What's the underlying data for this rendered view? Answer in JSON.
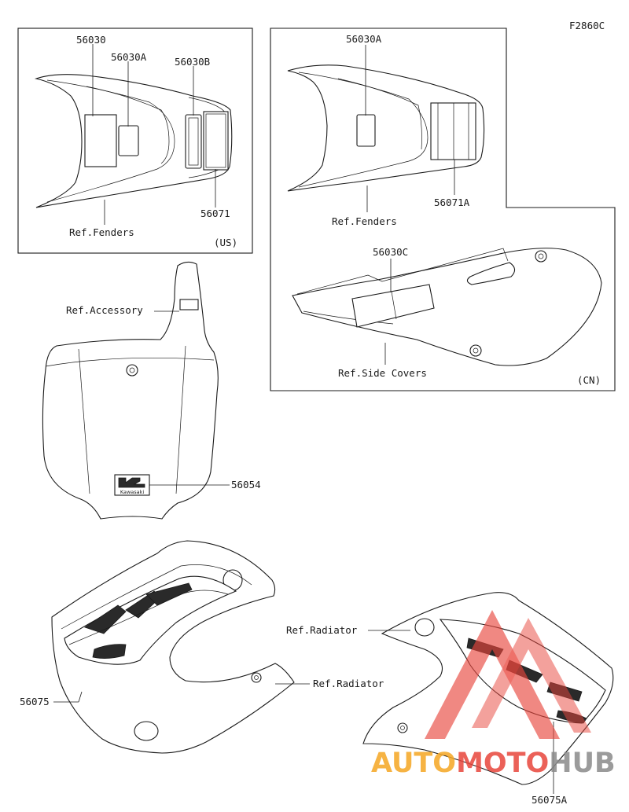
{
  "figure_code": "F2860C",
  "callouts": {
    "us_fender_56030": "56030",
    "us_fender_56030a": "56030A",
    "us_fender_56030b": "56030B",
    "us_fender_56071": "56071",
    "us_fender_ref": "Ref.Fenders",
    "us_region": "(US)",
    "cn_fender_56030a": "56030A",
    "cn_fender_56071a": "56071A",
    "cn_fender_ref": "Ref.Fenders",
    "cn_side_56030c": "56030C",
    "cn_side_ref": "Ref.Side Covers",
    "cn_region": "(CN)",
    "plate_ref": "Ref.Accessory",
    "plate_56054": "56054",
    "plate_logo_text": "Kawasaki",
    "left_shroud_56075": "56075",
    "left_shroud_ref": "Ref.Radiator",
    "right_shroud_ref": "Ref.Radiator",
    "right_shroud_56075a": "56075A"
  },
  "watermark": {
    "part1": "AUTO",
    "part2": "MOTO",
    "part3": "HUB",
    "color_orange": "#f5a623",
    "color_red": "#e8463c",
    "color_gray": "#8a8a8a"
  }
}
